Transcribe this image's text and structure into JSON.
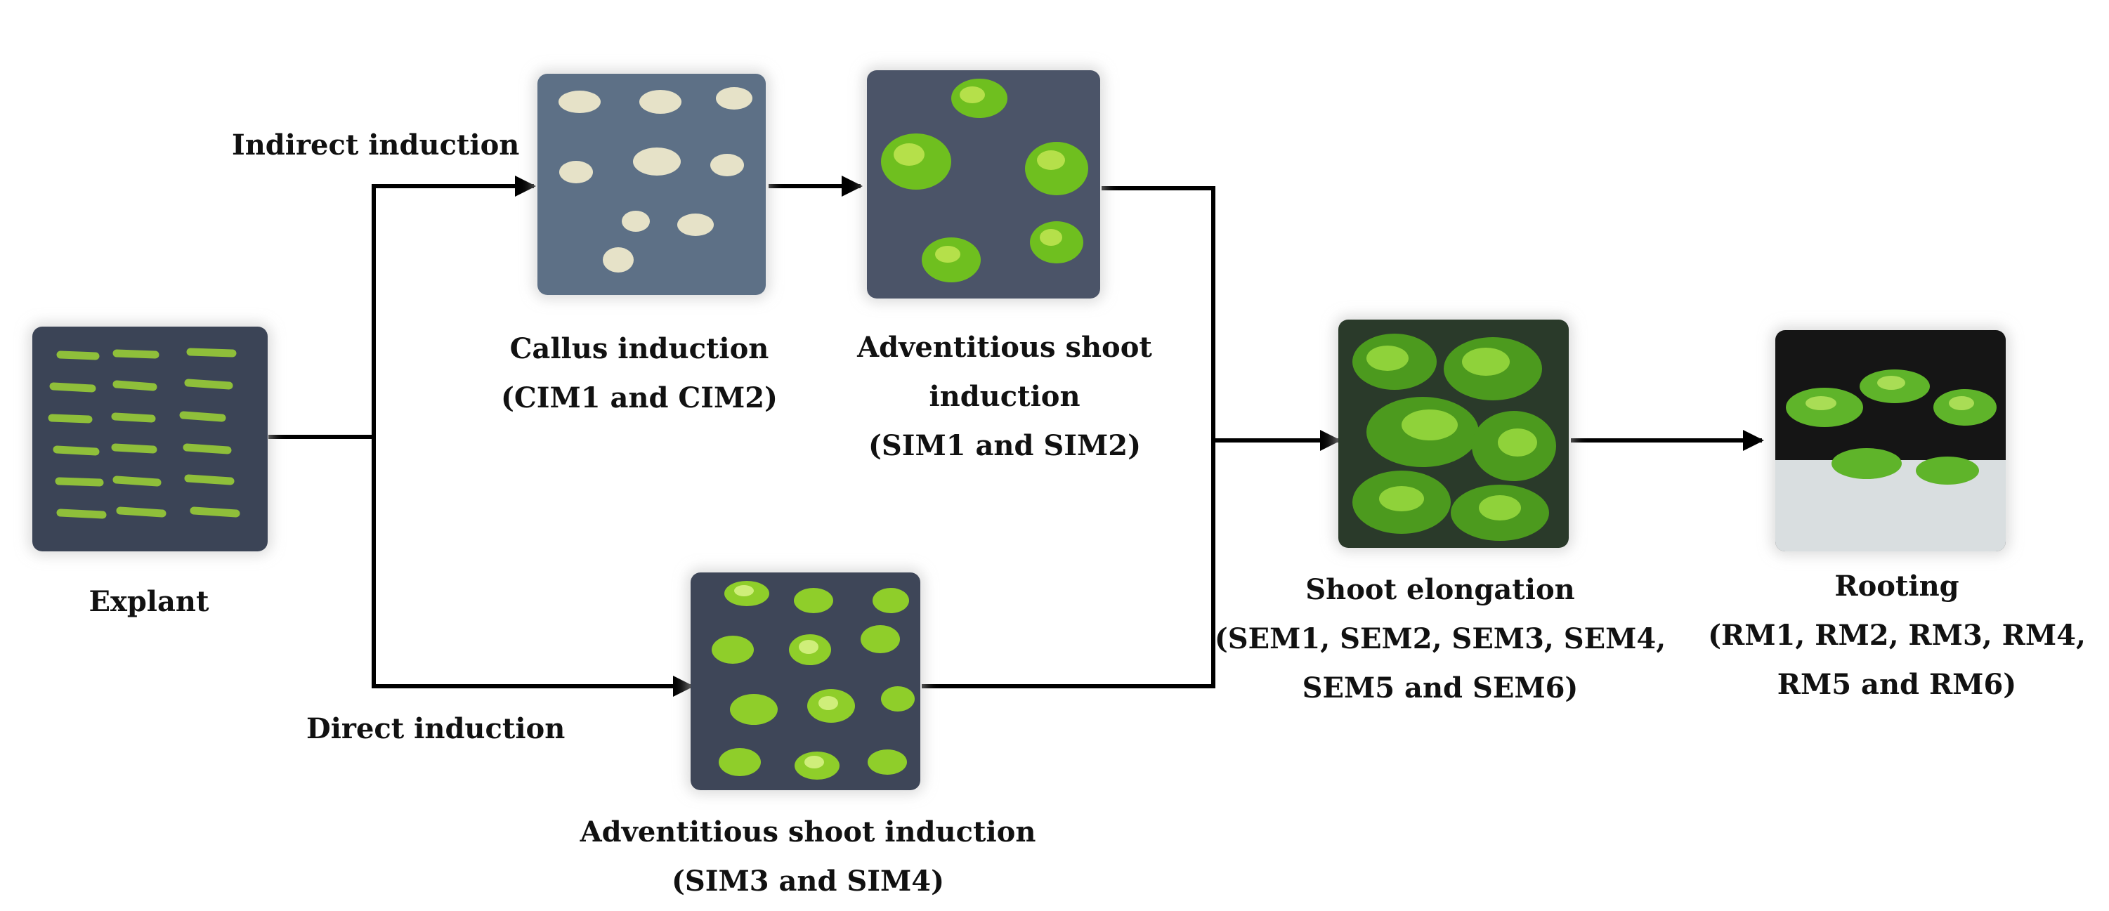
{
  "routes": {
    "indirect": "Indirect induction",
    "direct": "Direct induction"
  },
  "stages": {
    "explant": {
      "name": "Explant"
    },
    "callus": {
      "line1": "Callus induction",
      "line2": "(CIM1 and CIM2)"
    },
    "shoot_indirect": {
      "line1": "Adventitious shoot",
      "line2": "induction",
      "line3": "(SIM1 and SIM2)"
    },
    "shoot_direct": {
      "line1": "Adventitious shoot induction",
      "line2": "(SIM3 and SIM4)"
    },
    "elongation": {
      "line1": "Shoot elongation",
      "line2": "(SEM1, SEM2, SEM3, SEM4,",
      "line3": "SEM5 and SEM6)"
    },
    "rooting": {
      "line1": "Rooting",
      "line2": "(RM1, RM2, RM3, RM4,",
      "line3": "RM5 and RM6)"
    }
  },
  "colors": {
    "line": "#000000",
    "medium_dark": "#3b4456",
    "medium_blue": "#5d7086",
    "plant_green": "#6fbf1f",
    "plant_light": "#b5e04a",
    "callus": "#e6e2c8"
  }
}
